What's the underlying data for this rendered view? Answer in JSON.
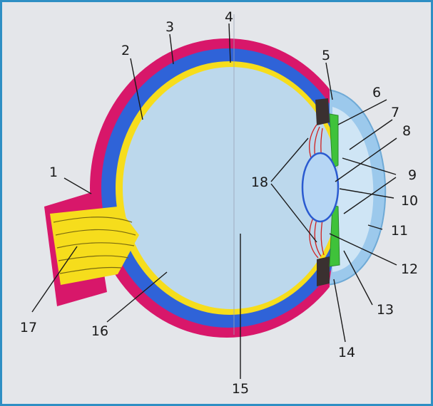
{
  "colors": {
    "background": "#e4e6ea",
    "frame": "#2e8fc4",
    "sclera": "#d8176a",
    "choroid": "#2f63d8",
    "retina": "#f6dd1c",
    "vitreous": "#bcd8ec",
    "cornea": "#9cc9ec",
    "iris": "#3fc23a",
    "ciliary_body": "#3a3030",
    "lens": "#b6d6f4",
    "zonule_fibers": "#d02020"
  },
  "labels": [
    {
      "id": "1",
      "text": "1"
    },
    {
      "id": "2",
      "text": "2"
    },
    {
      "id": "3",
      "text": "3"
    },
    {
      "id": "4",
      "text": "4"
    },
    {
      "id": "5",
      "text": "5"
    },
    {
      "id": "6",
      "text": "6"
    },
    {
      "id": "7",
      "text": "7"
    },
    {
      "id": "8",
      "text": "8"
    },
    {
      "id": "9",
      "text": "9"
    },
    {
      "id": "10",
      "text": "10"
    },
    {
      "id": "11",
      "text": "11"
    },
    {
      "id": "12",
      "text": "12"
    },
    {
      "id": "13",
      "text": "13"
    },
    {
      "id": "14",
      "text": "14"
    },
    {
      "id": "15",
      "text": "15"
    },
    {
      "id": "16",
      "text": "16"
    },
    {
      "id": "17",
      "text": "17"
    },
    {
      "id": "18",
      "text": "18"
    }
  ]
}
